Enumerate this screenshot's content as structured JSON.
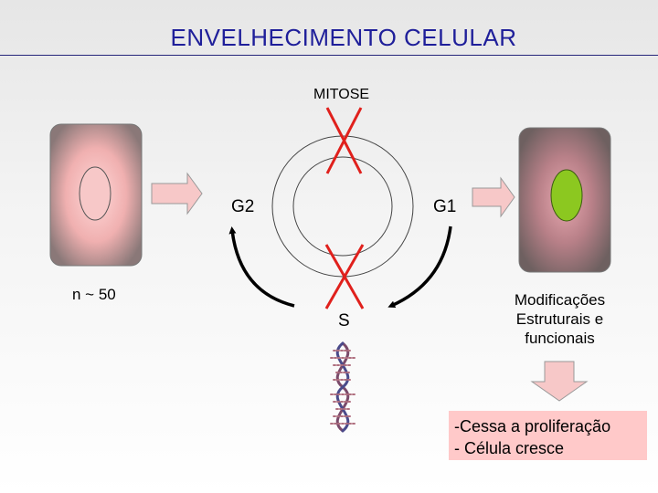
{
  "title": "ENVELHECIMENTO CELULAR",
  "cycle": {
    "top_label": "MITOSE",
    "left_label": "G2",
    "right_label": "G1",
    "bottom_label": "S"
  },
  "young_cell": {
    "division_count": "n ~ 50",
    "nucleus_color": "#f7c8c8"
  },
  "old_cell": {
    "nucleus_color": "#8cc820"
  },
  "modifications": {
    "line1": "Modificações",
    "line2": "Estruturais e",
    "line3": "funcionais"
  },
  "outcome": {
    "line1": "-Cessa a proliferação",
    "line2": "- Célula cresce"
  },
  "colors": {
    "title": "#1f1f9a",
    "arrow_fill": "#f7c8c8",
    "cross": "#e0201c",
    "outcome_bg": "#ffc9c9"
  }
}
